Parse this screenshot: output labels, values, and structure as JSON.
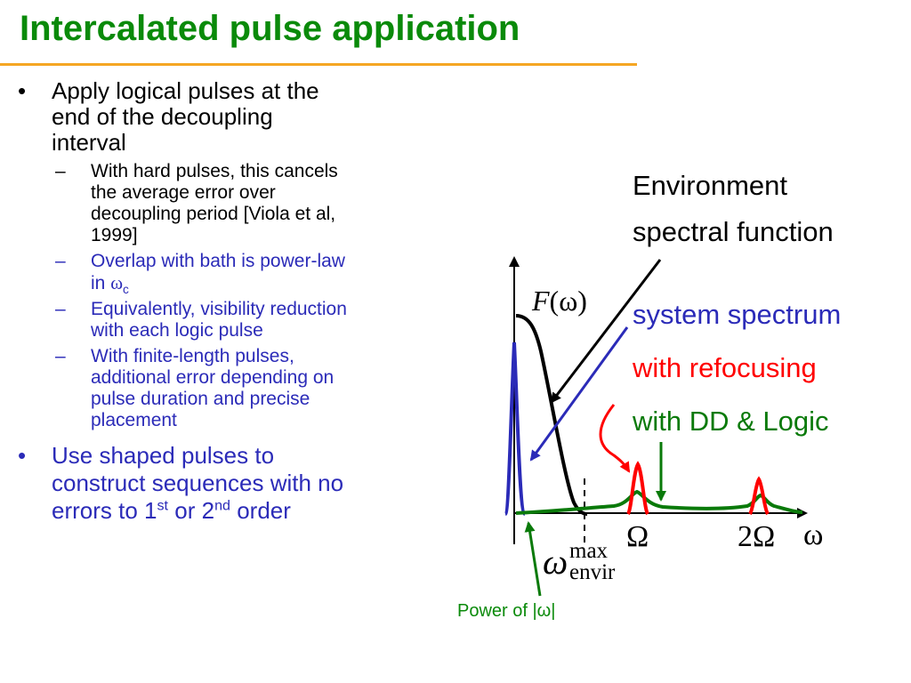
{
  "slide": {
    "title": "Intercalated pulse application"
  },
  "bullets": {
    "b1": "Apply logical pulses at the end of the decoupling interval",
    "b1_l1": "Apply logical pulses at the",
    "b1_l2": "end of the decoupling",
    "b1_l3": "interval",
    "s1_l1": "With hard pulses, this cancels",
    "s1_l2": "the average error over",
    "s1_l3": "decoupling period [Viola et al,",
    "s1_l4": "1999]",
    "s2_l1": "Overlap with bath is power-law",
    "s2_l2a": "in ",
    "s2_l2w": "ω",
    "s2_l2c": "c",
    "s3_l1": "Equivalently, visibility reduction",
    "s3_l2": "with each logic pulse",
    "s4_l1": "With finite-length pulses,",
    "s4_l2": "additional error depending on",
    "s4_l3": "pulse duration and precise",
    "s4_l4": "placement",
    "b2_l1": "Use shaped pulses to",
    "b2_l2": "construct sequences with no",
    "b2_l3a": "errors to 1",
    "b2_l3st": "st",
    "b2_l3b": " or 2",
    "b2_l3nd": "nd",
    "b2_l3c": " order",
    "bullet_mark": "•",
    "dash_mark": "–"
  },
  "annotations": {
    "env_line1": "Environment",
    "env_line2": "spectral function",
    "system": "system spectrum",
    "refocus": "with refocusing",
    "ddlogic": "with DD & Logic",
    "F_omega": "F(ω)",
    "F_letter": "F",
    "F_arg": "(ω)",
    "omega_big": "Ω",
    "two_omega": "2Ω",
    "omega_axis": "ω",
    "power_of": "Power of  |ω|",
    "envir_w": "ω",
    "envir_sup": "max",
    "envir_sub": "envir"
  },
  "colors": {
    "title": "#0a8a0a",
    "rule": "#f5a623",
    "blue": "#2b2bb8",
    "red": "#ff0000",
    "green": "#0a7a0a",
    "black": "#000000"
  }
}
